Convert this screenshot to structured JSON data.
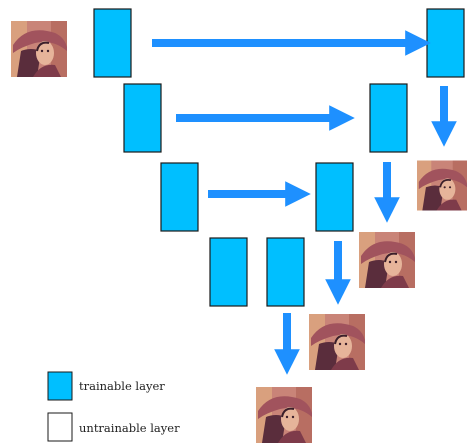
{
  "colors": {
    "trainable_fill": "#00BFFF",
    "layer_stroke": "#1a1a1a",
    "arrow": "#1E90FF",
    "untrainable_fill": "#ffffff"
  },
  "icons": {
    "image_thumbnail": "portrait-photo-thumbnail"
  },
  "legend": {
    "trainable_label": "trainable layer",
    "untrainable_label": "untrainable layer"
  }
}
